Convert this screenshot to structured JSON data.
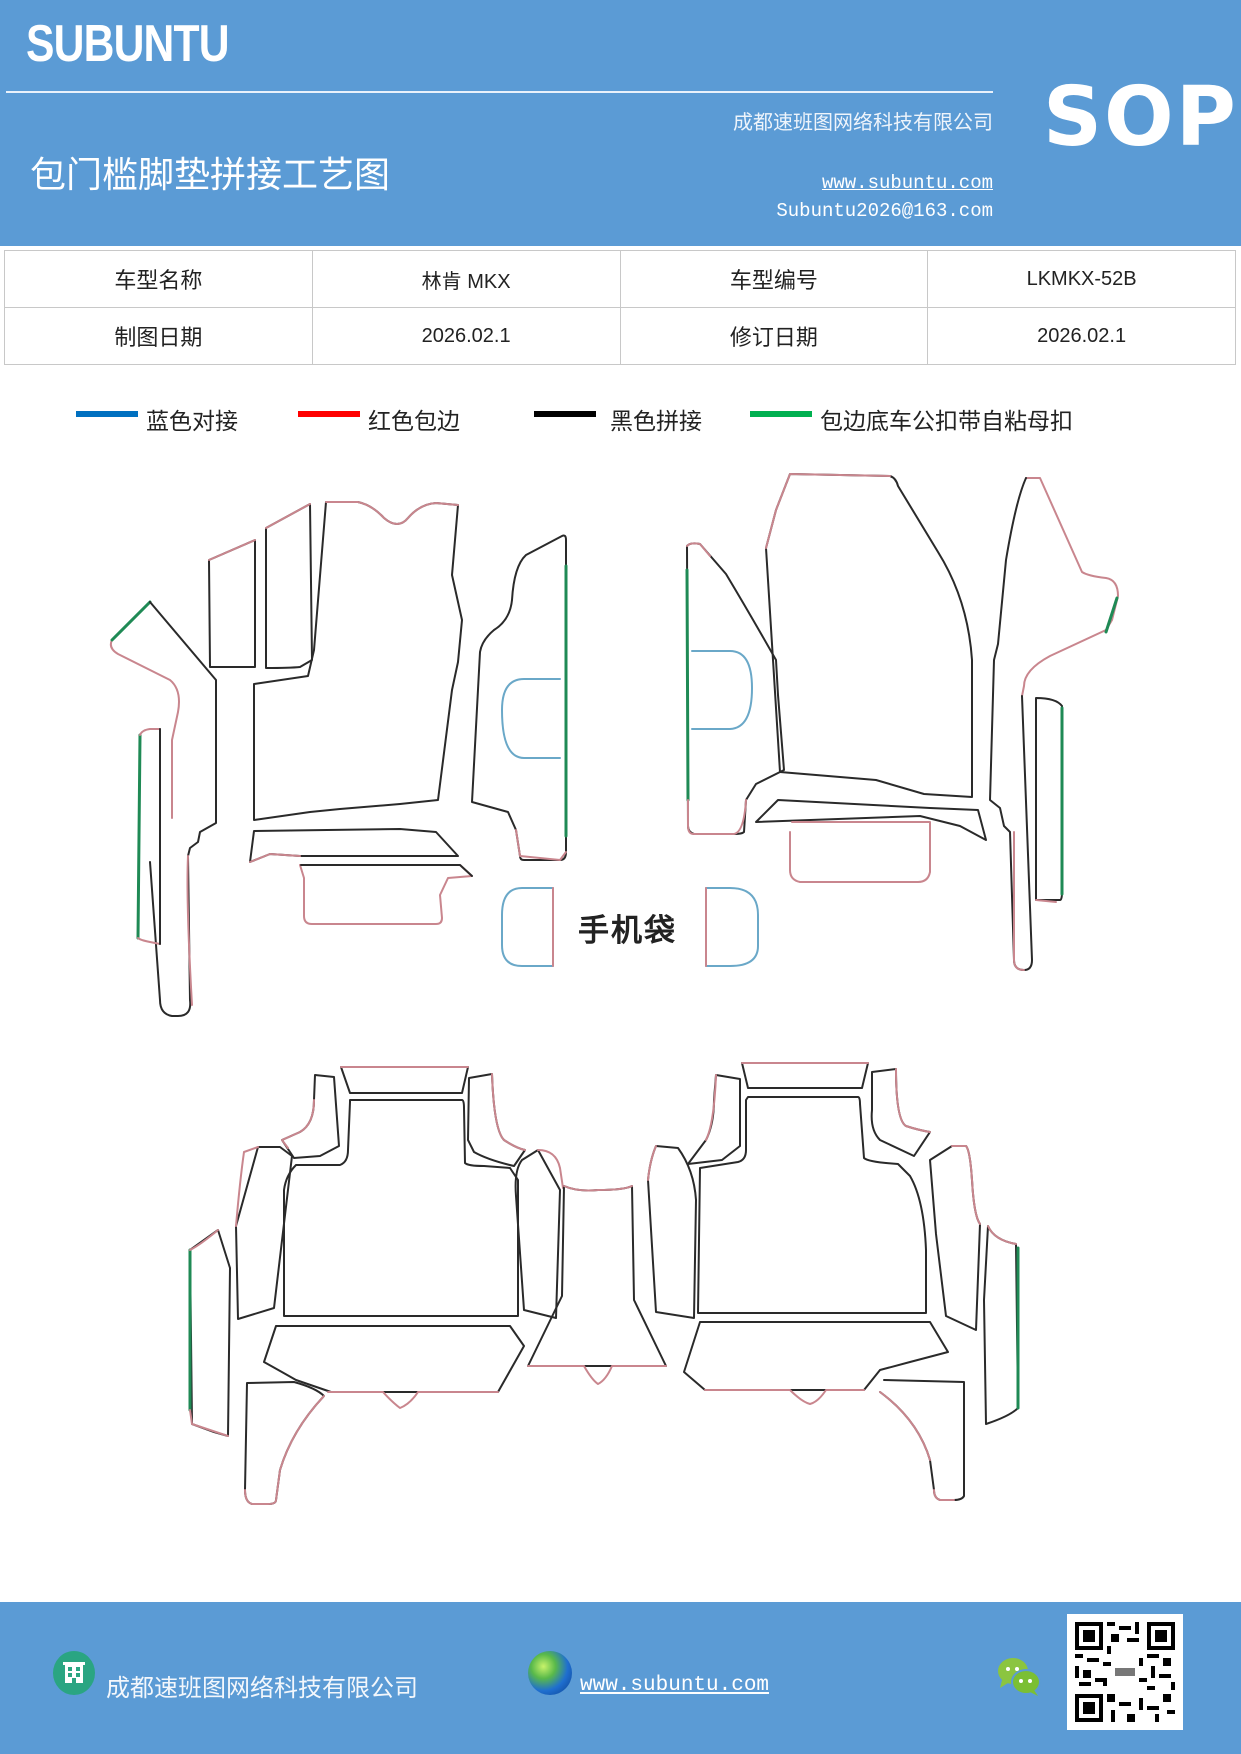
{
  "header": {
    "brand": "SUBUNTU",
    "title": "包门槛脚垫拼接工艺图",
    "company": "成都速班图网络科技有限公司",
    "website": "www.subuntu.com",
    "email": "Subuntu2026@163.com",
    "badge": "SOP",
    "background_color": "#5b9bd5"
  },
  "info_table": {
    "rows": [
      [
        {
          "label": "车型名称",
          "value": "林肯 MKX"
        },
        {
          "label": "车型编号",
          "value": "LKMKX-52B"
        }
      ],
      [
        {
          "label": "制图日期",
          "value": "2026.02.1"
        },
        {
          "label": "修订日期",
          "value": "2026.02.1"
        }
      ]
    ]
  },
  "legend": {
    "items": [
      {
        "label": "蓝色对接",
        "color": "#0070c0"
      },
      {
        "label": "红色包边",
        "color": "#ff0000"
      },
      {
        "label": "黑色拼接",
        "color": "#000000"
      },
      {
        "label": "包边底车公扣带自粘母扣",
        "color": "#00b050"
      }
    ]
  },
  "diagram": {
    "pocket_label": "手机袋",
    "stroke_colors": {
      "join_black": "#2a2a2a",
      "edge_red": "#c9868e",
      "butt_blue": "#6aa8c8",
      "velcro_green": "#1f8a55"
    }
  },
  "footer": {
    "company": "成都速班图网络科技有限公司",
    "website": "www.subuntu.com",
    "icons": [
      "building-icon",
      "globe-icon",
      "wechat-icon",
      "qr-code"
    ]
  }
}
